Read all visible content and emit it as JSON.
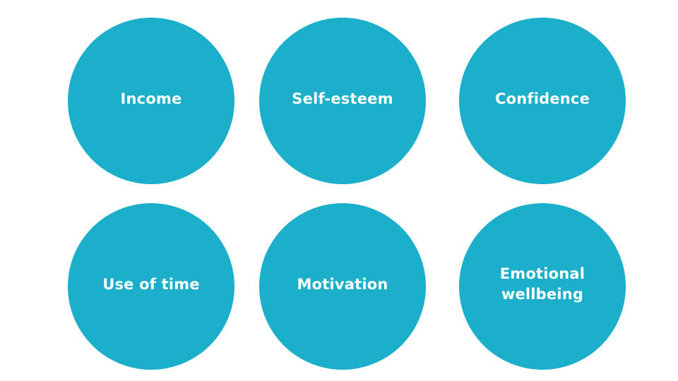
{
  "diagram": {
    "fill_color": "#1bafcb",
    "text_color": "#ffffff",
    "circles": [
      {
        "label": "Income"
      },
      {
        "label": "Self-esteem"
      },
      {
        "label": "Confidence"
      },
      {
        "label": "Use of time"
      },
      {
        "label": "Motivation"
      },
      {
        "label": "Emotional\nwellbeing"
      }
    ]
  }
}
